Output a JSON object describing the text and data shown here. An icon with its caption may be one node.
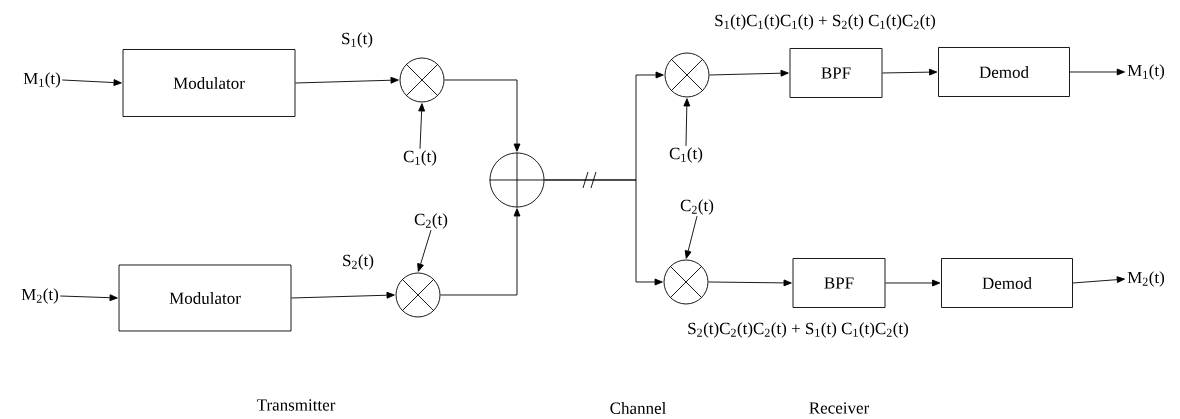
{
  "diagram": {
    "nodes": [
      {
        "text": [
          "M$_{1}$(t)"
        ]
      },
      {
        "text": [
          "Modulator"
        ]
      },
      {
        "text": [],
        "shape": "circle"
      },
      {
        "text": [
          "C$_{1}$(t)"
        ]
      },
      {
        "text": [
          "M$_{2}$(t)"
        ]
      },
      {
        "text": [
          "Modulator"
        ]
      },
      {
        "text": [],
        "shape": "circle"
      },
      {
        "text": [
          "C$_{2}$(t)"
        ]
      },
      {
        "text": [],
        "shape": "circle"
      },
      {
        "text": [],
        "shape": "circle"
      },
      {
        "text": [
          "C$_{1}$(t)"
        ]
      },
      {
        "text": [
          "BPF"
        ]
      },
      {
        "text": [
          "Demod"
        ]
      },
      {
        "text": [
          "M$_{1}$(t)"
        ]
      },
      {
        "text": [
          "C$_{2}$(t)"
        ]
      },
      {
        "text": [],
        "shape": "circle"
      },
      {
        "text": [
          "BPF"
        ]
      },
      {
        "text": [
          "Demod"
        ]
      },
      {
        "text": [
          "M$_{2}$(t)"
        ]
      }
    ],
    "edges": [
      {
        "from": 0,
        "to": 1,
        "arrow": "to"
      },
      {
        "from": 1,
        "to": 2,
        "arrow": "to",
        "label": "S$_{1}$(t)"
      },
      {
        "from": 3,
        "to": 2,
        "arrow": "to"
      },
      {
        "from": 2,
        "to": 8,
        "arrow": "to"
      },
      {
        "from": 4,
        "to": 5,
        "arrow": "to"
      },
      {
        "from": 5,
        "to": 6,
        "arrow": "to",
        "label": "S$_{2}$(t)"
      },
      {
        "from": 7,
        "to": 6,
        "arrow": "to"
      },
      {
        "from": 6,
        "to": 8,
        "arrow": "to"
      },
      {
        "from": 8,
        "to": 9,
        "arrow": "to"
      },
      {
        "from": 8,
        "to": 15,
        "arrow": "to"
      },
      {
        "from": 10,
        "to": 9,
        "arrow": "to"
      },
      {
        "from": 9,
        "to": 11,
        "arrow": "to"
      },
      {
        "from": 11,
        "to": 12,
        "arrow": "to"
      },
      {
        "from": 12,
        "to": 13,
        "arrow": "to"
      },
      {
        "from": 14,
        "to": 15,
        "arrow": "to"
      },
      {
        "from": 15,
        "to": 16,
        "arrow": "to"
      },
      {
        "from": 16,
        "to": 17,
        "arrow": "to"
      },
      {
        "from": 17,
        "to": 18,
        "arrow": "to"
      }
    ],
    "labels": [
      "S$_{1}$(t)C$_{1}$(t)C$_{1}$(t) + S$_{2}$(t) C$_{1}$(t)C$_{2}$(t)",
      "S$_{2}$(t)C$_{2}$(t)C$_{2}$(t) + S$_{1}$(t) C$_{1}$(t)C$_{2}$(t)",
      "Transmitter",
      "Channel",
      "Receiver"
    ]
  }
}
